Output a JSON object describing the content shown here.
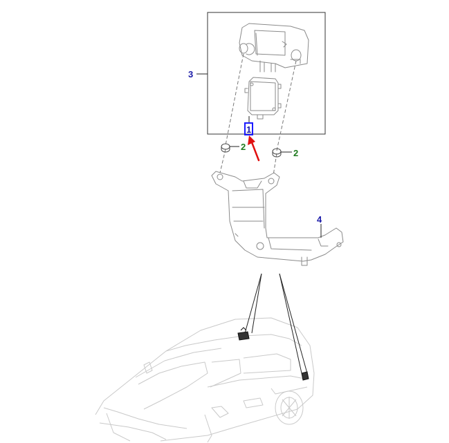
{
  "callouts": [
    {
      "id": "3",
      "text": "3",
      "color": "#1a1aa8"
    },
    {
      "id": "2a",
      "text": "2",
      "color": "#1e7a1e"
    },
    {
      "id": "2b",
      "text": "2",
      "color": "#1e7a1e"
    },
    {
      "id": "4",
      "text": "4",
      "color": "#1a1aa8"
    },
    {
      "id": "1",
      "text": "1",
      "color": "#1a1aa8"
    }
  ],
  "colors": {
    "highlight_box": "#1a1aff",
    "arrow": "#e01010",
    "line": "#8a8a8a",
    "car_outline": "#c9c9c9"
  }
}
